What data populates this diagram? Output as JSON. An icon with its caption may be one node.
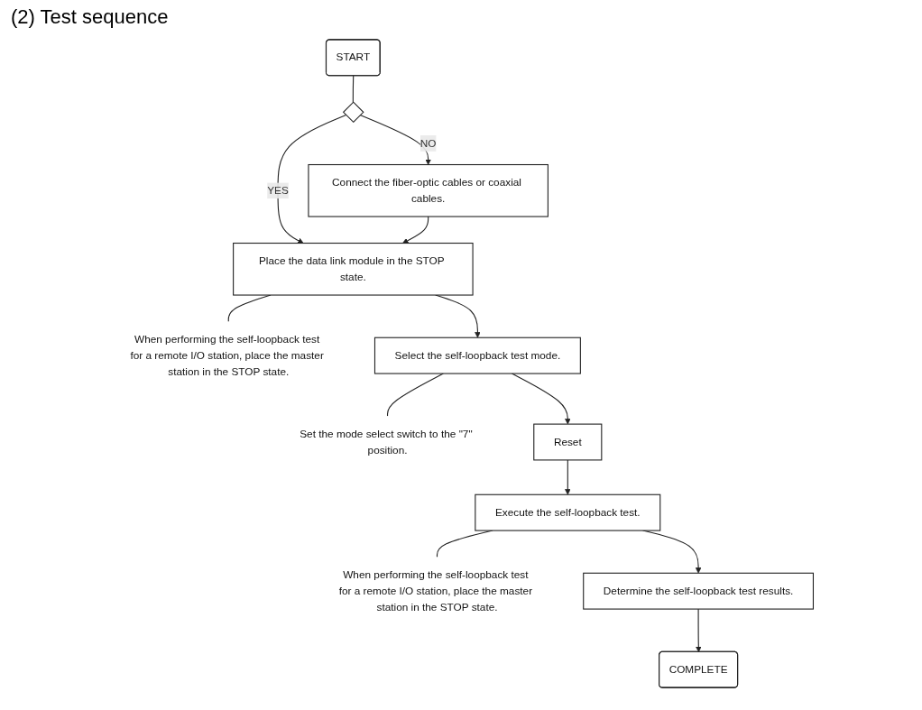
{
  "diagram": {
    "title": "(2) Test sequence",
    "nodes": [
      {
        "text": [
          "START"
        ]
      },
      {
        "text": [],
        "shape": "diamond"
      },
      {
        "text": [
          "Connect the fiber-optic cables or coaxial cables."
        ]
      },
      {
        "text": [
          "Place the data link module in the STOP state."
        ]
      },
      {
        "text": [
          "When performing the self-loopback test for a remote I/O station, place the master station in the STOP state."
        ]
      },
      {
        "text": [
          "Select the self-loopback test mode."
        ]
      },
      {
        "text": [
          "Set the mode select switch to the \"7\" position."
        ]
      },
      {
        "text": [
          "Reset"
        ]
      },
      {
        "text": [
          "Execute the self-loopback test."
        ]
      },
      {
        "text": [
          "When performing the self-loopback test for a remote I/O station, place the master station in the STOP state."
        ]
      },
      {
        "text": [
          "Determine the self-loopback test results."
        ]
      },
      {
        "text": [
          "COMPLETE"
        ]
      }
    ],
    "edges": [
      {
        "from": 0,
        "to": 1,
        "arrow": "none"
      },
      {
        "from": 1,
        "to": 2,
        "arrow": "to",
        "label": "NO"
      },
      {
        "from": 1,
        "to": 3,
        "arrow": "to",
        "label": "YES"
      },
      {
        "from": 2,
        "to": 3,
        "arrow": "to"
      },
      {
        "from": 3,
        "to": 4,
        "arrow": "none"
      },
      {
        "from": 3,
        "to": 5,
        "arrow": "to"
      },
      {
        "from": 5,
        "to": 6,
        "arrow": "none"
      },
      {
        "from": 5,
        "to": 7,
        "arrow": "to"
      },
      {
        "from": 7,
        "to": 8,
        "arrow": "to"
      },
      {
        "from": 8,
        "to": 9,
        "arrow": "none"
      },
      {
        "from": 8,
        "to": 10,
        "arrow": "to"
      },
      {
        "from": 10,
        "to": 11,
        "arrow": "to"
      }
    ]
  }
}
